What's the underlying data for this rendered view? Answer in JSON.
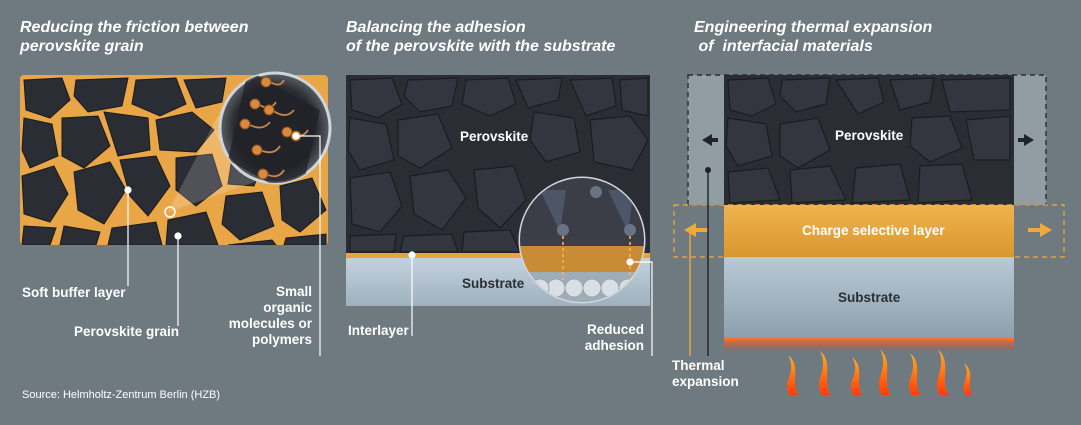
{
  "panel1": {
    "title_lines": [
      "Reducing the friction between",
      "perovskite grain"
    ],
    "labels": {
      "soft_buffer": "Soft buffer layer",
      "grain": "Perovskite grain",
      "molecules_lines": [
        "Small",
        "organic",
        "molecules or",
        "polymers"
      ]
    }
  },
  "panel2": {
    "title_lines": [
      "Balancing the adhesion",
      "of the perovskite with the substrate"
    ],
    "labels": {
      "perovskite": "Perovskite",
      "substrate": "Substrate",
      "interlayer": "Interlayer",
      "reduced_lines": [
        "Reduced",
        "adhesion"
      ]
    }
  },
  "panel3": {
    "title_lines": [
      "Engineering thermal expansion",
      " of  interfacial materials"
    ],
    "labels": {
      "perovskite": "Perovskite",
      "charge_layer": "Charge selective layer",
      "substrate": "Substrate",
      "thermal_lines": [
        "Thermal",
        "expansion"
      ]
    }
  },
  "source": "Source: Helmholtz-Zentrum Berlin (HZB)",
  "colors": {
    "background": "#6f7980",
    "grain_dark": "#2b2d34",
    "buffer_orange": "#e9a647",
    "charge_layer": "#e3a43c",
    "substrate_blue": "#b7c7d4",
    "heat_red": "#ff5a1f",
    "white": "#ffffff"
  }
}
